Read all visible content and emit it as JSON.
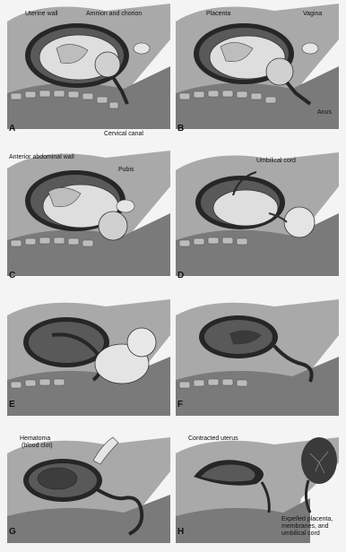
{
  "panels": [
    {
      "letter": "A",
      "labels": [
        "Uterine wall",
        "Amnion and chorion",
        "Cervical canal"
      ]
    },
    {
      "letter": "B",
      "labels": [
        "Placenta",
        "Vagina",
        "Anus"
      ]
    },
    {
      "letter": "C",
      "labels": [
        "Anterior abdominal wall",
        "Pubis"
      ]
    },
    {
      "letter": "D",
      "labels": [
        "Umbilical cord"
      ]
    },
    {
      "letter": "E",
      "labels": []
    },
    {
      "letter": "F",
      "labels": []
    },
    {
      "letter": "G",
      "labels": [
        "Hematoma",
        "(blood clot)"
      ]
    },
    {
      "letter": "H",
      "labels": [
        "Contracted uterus",
        "Expelled placenta,",
        "membranes, and",
        "umbilical cord"
      ]
    }
  ],
  "colors": {
    "background": "#f4f4f4",
    "tissue_gray": "#a9a9a9",
    "tissue_dark": "#595959",
    "tissue_black": "#262626",
    "fetus_light": "#dedede",
    "spine": "#bcbcbc"
  }
}
